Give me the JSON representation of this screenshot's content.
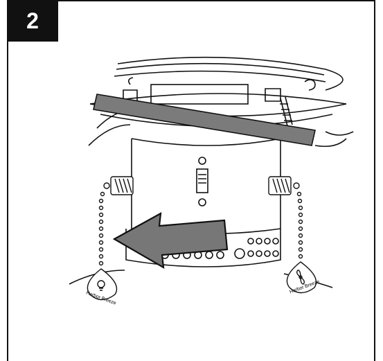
{
  "step": {
    "number": "2"
  },
  "pull_chain_left": {
    "label": "Harbor Breeze",
    "icon": "light-bulb-icon"
  },
  "pull_chain_right": {
    "label": "Harbor Breeze",
    "icon": "fan-icon"
  },
  "arrow": {
    "direction": "left",
    "color": "#777777"
  }
}
